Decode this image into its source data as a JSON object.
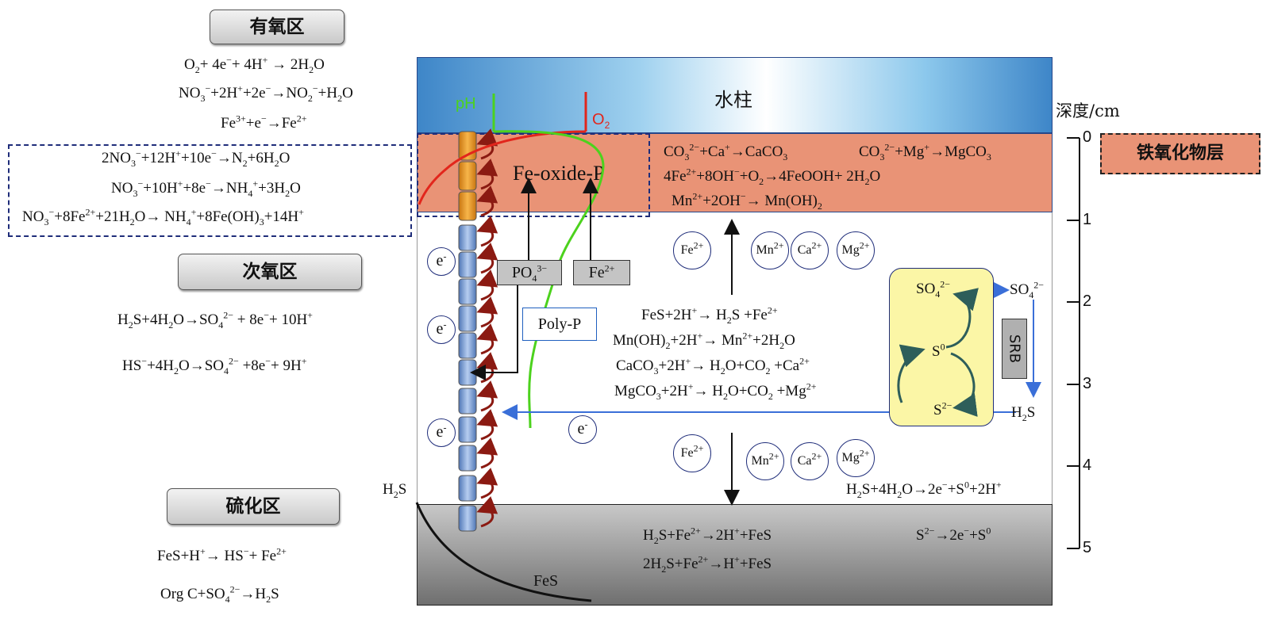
{
  "zones": {
    "oxic": "有氧区",
    "suboxic": "次氧区",
    "sulfidic": "硫化区"
  },
  "oxic_equations": {
    "e1": {
      "a": "O",
      "s1": "2",
      "b": "+ 4e",
      "s2": "−",
      "c": "+ 4H",
      "s3": "+",
      "d": " → 2H",
      "s4": "2",
      "e": "O"
    },
    "e2": {
      "a": "NO",
      "s1": "3",
      "s2": "−",
      "b": "+2H",
      "s3": "+",
      "c": "+2e",
      "s4": "−",
      "d": "→NO",
      "s5": "2",
      "s6": "−",
      "e": "+H",
      "s7": "2",
      "f": "O"
    },
    "e3": {
      "a": "Fe",
      "s1": "3+",
      "b": "+e",
      "s2": "−",
      "c": "→Fe",
      "s3": "2+"
    }
  },
  "denitrification_equations": {
    "e1": {
      "a": "2NO",
      "s1": "3",
      "s2": "−",
      "b": "+12H",
      "s3": "+",
      "c": "+10e",
      "s4": "−",
      "d": "→N",
      "s5": "2",
      "e": "+6H",
      "s6": "2",
      "f": "O"
    },
    "e2": {
      "a": "NO",
      "s1": "3",
      "s2": "−",
      "b": "+10H",
      "s3": "+",
      "c": "+8e",
      "s4": "−",
      "d": "→NH",
      "s5": "4",
      "s6": "+",
      "e": "+3H",
      "s7": "2",
      "f": "O"
    },
    "e3": {
      "a": "NO",
      "s1": "3",
      "s2": "−",
      "b": "+8Fe",
      "s3": "2+",
      "c": "+21H",
      "s4": "2",
      "d": "O→ NH",
      "s5": "4",
      "s6": "+",
      "e": "+8Fe(OH)",
      "s7": "3",
      "f": "+14H",
      "s8": "+"
    }
  },
  "suboxic_equations": {
    "e1": {
      "a": "H",
      "s1": "2",
      "b": "S+4H",
      "s2": "2",
      "c": "O→SO",
      "s3": "4",
      "s4": "2−",
      "d": " + 8e",
      "s5": "−",
      "e": "+ 10H",
      "s6": "+"
    },
    "e2": {
      "a": "HS",
      "s1": "−",
      "b": "+4H",
      "s2": "2",
      "c": "O→SO",
      "s3": "4",
      "s4": "2−",
      "d": " +8e",
      "s5": "−",
      "e": "+ 9H",
      "s6": "+"
    }
  },
  "sulfidic_equations": {
    "e1": {
      "a": "FeS+H",
      "s1": "+",
      "b": "→ HS",
      "s2": "−",
      "c": "+ Fe",
      "s3": "2+"
    },
    "e2": {
      "a": "Org  C+SO",
      "s1": "4",
      "s2": "2−",
      "b": "→H",
      "s3": "2",
      "c": "S"
    }
  },
  "column": {
    "water_label": "水柱",
    "ph_label": "pH",
    "o2_label": "O",
    "o2_sub": "2",
    "fe_oxide_p": "Fe-oxide-P",
    "oxide_layer_label": "铁氧化物层",
    "oxide_eq1": {
      "a": "CO",
      "s1": "3",
      "s2": "2−",
      "b": "+Ca",
      "s3": "+",
      "c": "→CaCO",
      "s4": "3"
    },
    "oxide_eq2": {
      "a": "CO",
      "s1": "3",
      "s2": "2−",
      "b": "+Mg",
      "s3": "+",
      "c": "→MgCO",
      "s4": "3"
    },
    "oxide_eq3": {
      "a": "4Fe",
      "s1": "2+",
      "b": "+8OH",
      "s2": "−",
      "c": "+O",
      "s3": "2",
      "d": "→4FeOOH+ 2H",
      "s4": "2",
      "e": "O"
    },
    "oxide_eq4": {
      "a": "Mn",
      "s1": "2+",
      "b": "+2OH",
      "s2": "−",
      "c": "→ Mn(OH)",
      "s3": "2"
    },
    "po4": {
      "a": "PO",
      "s1": "4",
      "s2": "3−"
    },
    "fe2": {
      "a": "Fe",
      "s1": "2+"
    },
    "poly_p": "Poly-P",
    "electron": {
      "a": "e",
      "s": "-"
    },
    "ion_fe": {
      "a": "Fe",
      "s": "2+"
    },
    "ion_mn": {
      "a": "Mn",
      "s": "2+"
    },
    "ion_ca": {
      "a": "Ca",
      "s": "2+"
    },
    "ion_mg": {
      "a": "Mg",
      "s": "2+"
    },
    "mid_eq1": {
      "a": "FeS+2H",
      "s1": "+",
      "b": "→ H",
      "s2": "2",
      "c": "S +Fe",
      "s3": "2+"
    },
    "mid_eq2": {
      "a": "Mn(OH)",
      "s1": "2",
      "b": "+2H",
      "s2": "+",
      "c": "→  Mn",
      "s3": "2+",
      "d": "+2H",
      "s4": "2",
      "e": "O"
    },
    "mid_eq3": {
      "a": "CaCO",
      "s1": "3",
      "b": "+2H",
      "s2": "+",
      "c": "→ H",
      "s3": "2",
      "d": "O+CO",
      "s4": "2",
      "e": " +Ca",
      "s5": "2+"
    },
    "mid_eq4": {
      "a": "MgCO",
      "s1": "3",
      "b": "+2H",
      "s2": "+",
      "c": "→ H",
      "s3": "2",
      "d": "O+CO",
      "s4": "2",
      "e": " +Mg",
      "s5": "2+"
    },
    "so4_in": {
      "a": "SO",
      "s1": "4",
      "s2": "2−"
    },
    "so4_out": {
      "a": "SO",
      "s1": "4",
      "s2": "2−"
    },
    "s0": {
      "a": "S",
      "s": "0"
    },
    "s2": {
      "a": "S",
      "s": "2−"
    },
    "srb": "SRB",
    "h2s_right": {
      "a": "H",
      "s": "2",
      "b": "S"
    },
    "h2s_ox_eq": {
      "a": "H",
      "s1": "2",
      "b": "S+4H",
      "s2": "2",
      "c": "O→2e",
      "s3": "−",
      "d": "+S",
      "s4": "0",
      "e": "+2H",
      "s5": "+"
    },
    "h2s_left": {
      "a": "H",
      "s": "2",
      "b": "S"
    },
    "sulf_eq1": {
      "a": "H",
      "s1": "2",
      "b": "S+Fe",
      "s2": "2+",
      "c": "→2H",
      "s3": "+",
      "d": "+FeS"
    },
    "sulf_eq2": {
      "a": "2H",
      "s1": "2",
      "b": "S+Fe",
      "s2": "2+",
      "c": "→H",
      "s3": "+",
      "d": "+FeS"
    },
    "sulf_eq3": {
      "a": "S",
      "s1": "2−",
      "b": "→2e",
      "s2": "−",
      "c": "+S",
      "s3": "0"
    },
    "fes_label": "FeS"
  },
  "depth_axis": {
    "title": "深度/cm",
    "ticks": [
      "0",
      "1",
      "2",
      "3",
      "4",
      "5"
    ]
  },
  "colors": {
    "water_dark": "#3e86c8",
    "oxide": "#e99376",
    "ph_curve": "#4cd21d",
    "o2_curve": "#e2261c",
    "electron_arrow": "#3a6fd8",
    "sulfide_curve": "#111111",
    "cell_orange": "#f2a23a",
    "cell_blue": "#7fa3d8"
  }
}
